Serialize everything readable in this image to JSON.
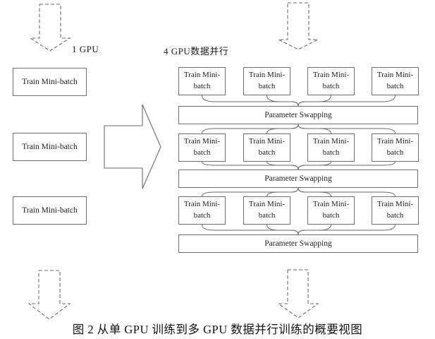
{
  "single_gpu": {
    "label": "1 GPU",
    "boxes": [
      {
        "label": "Train Mini-batch"
      },
      {
        "label": "Train Mini-batch"
      },
      {
        "label": "Train Mini-batch"
      }
    ]
  },
  "multi_gpu": {
    "label": "4 GPU数据并行",
    "rows": [
      {
        "boxes": [
          {
            "label": "Train Mini-\nbatch"
          },
          {
            "label": "Train Mini-\nbatch"
          },
          {
            "label": "Train Mini-\nbatch"
          },
          {
            "label": "Train Mini-\nbatch"
          }
        ],
        "swap_bar": "Parameter Swapping"
      },
      {
        "boxes": [
          {
            "label": "Train Mini-\nbatch"
          },
          {
            "label": "Train Mini-\nbatch"
          },
          {
            "label": "Train Mini-\nbatch"
          },
          {
            "label": "Train Mini-\nbatch"
          }
        ],
        "swap_bar": "Parameter Swapping"
      },
      {
        "boxes": [
          {
            "label": "Train Mini-\nbatch"
          },
          {
            "label": "Train Mini-\nbatch"
          },
          {
            "label": "Train Mini-\nbatch"
          },
          {
            "label": "Train Mini-\nbatch"
          }
        ],
        "swap_bar": "Parameter Swapping"
      }
    ]
  },
  "caption": "图 2 从单 GPU 训练到多 GPU 数据并行训练的概要视图",
  "colors": {
    "line": "#6b6b6b",
    "text": "#1c1c1c",
    "background": "#ffffff"
  }
}
